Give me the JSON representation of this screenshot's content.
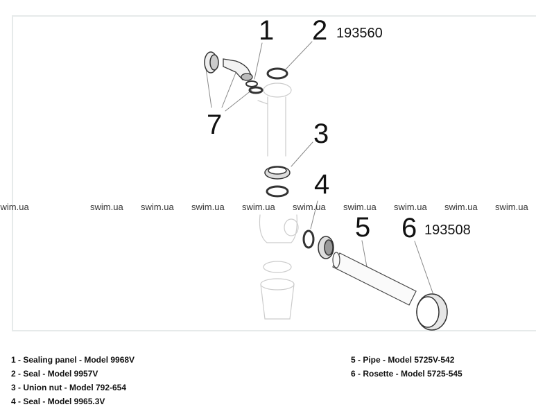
{
  "callouts": {
    "c1": "1",
    "c2": "2",
    "c3": "3",
    "c4": "4",
    "c5": "5",
    "c6": "6",
    "c7": "7"
  },
  "codes": {
    "c2": "193560",
    "c6": "193508"
  },
  "watermark": "swim.ua",
  "legend": {
    "left": [
      "1 - Sealing panel - Model 9968V",
      "2 - Seal - Model 9957V",
      "3 - Union nut - Model 792-654",
      "4 - Seal - Model 9965.3V"
    ],
    "right": [
      "5 - Pipe - Model 5725V-542",
      "6 - Rosette - Model 5725-545"
    ]
  }
}
